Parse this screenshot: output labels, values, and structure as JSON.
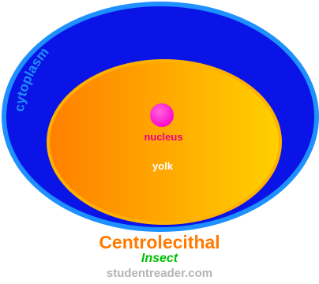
{
  "labels": {
    "outer": "cytoplasm",
    "center": "nucleus",
    "inner": "yolk"
  },
  "caption": {
    "title": "Centrolecithal",
    "subtitle": "Insect",
    "credit": "studentreader.com"
  },
  "colors": {
    "cytoplasm": "#0a14e6",
    "cytoplasm_rim": "#1e90ff",
    "yolk_left": "#ff8000",
    "yolk_right": "#ffd000",
    "yolk_rim": "#ffb000",
    "nucleus": "#ff00c8",
    "nucleus_text": "#e6008c",
    "label_white": "#ffffff",
    "title": "#ff7a00",
    "subtitle": "#00c000",
    "credit": "#b4b4b4"
  }
}
